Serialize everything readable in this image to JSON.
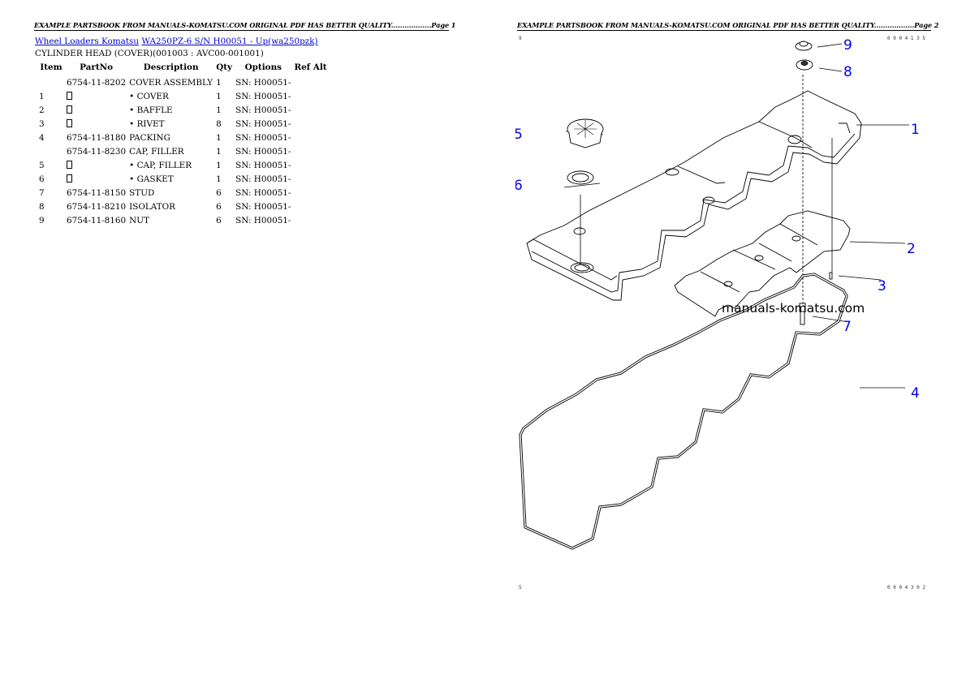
{
  "page1": {
    "header": "EXAMPLE PARTSBOOK FROM MANUALS-KOMATSU.COM ORIGINAL PDF HAS BETTER QUALITY..................Page 1",
    "breadcrumbs": [
      {
        "label": "Wheel Loaders Komatsu"
      },
      {
        "label": "WA250PZ-6 S/N H00051 - Up(wa250pzk)"
      }
    ],
    "subtitle": "CYLINDER HEAD (COVER)(001003 : AVC00-001001)",
    "table": {
      "columns": [
        "Item",
        "PartNo",
        "Description",
        "Qty",
        "Options",
        "Ref Alt"
      ],
      "rows": [
        {
          "item": "",
          "partno": "6754-11-8202",
          "placeholder": false,
          "description": "COVER ASSEMBLY",
          "qty": "1",
          "options": "SN: H00051-",
          "refalt": ""
        },
        {
          "item": "1",
          "partno": "",
          "placeholder": true,
          "description": "• COVER",
          "qty": "1",
          "options": "SN: H00051-",
          "refalt": ""
        },
        {
          "item": "2",
          "partno": "",
          "placeholder": true,
          "description": "• BAFFLE",
          "qty": "1",
          "options": "SN: H00051-",
          "refalt": ""
        },
        {
          "item": "3",
          "partno": "",
          "placeholder": true,
          "description": "• RIVET",
          "qty": "8",
          "options": "SN: H00051-",
          "refalt": ""
        },
        {
          "item": "4",
          "partno": "6754-11-8180",
          "placeholder": false,
          "description": "PACKING",
          "qty": "1",
          "options": "SN: H00051-",
          "refalt": ""
        },
        {
          "item": "",
          "partno": "6754-11-8230",
          "placeholder": false,
          "description": "CAP, FILLER",
          "qty": "1",
          "options": "SN: H00051-",
          "refalt": ""
        },
        {
          "item": "5",
          "partno": "",
          "placeholder": true,
          "description": "• CAP, FILLER",
          "qty": "1",
          "options": "SN: H00051-",
          "refalt": ""
        },
        {
          "item": "6",
          "partno": "",
          "placeholder": true,
          "description": "• GASKET",
          "qty": "1",
          "options": "SN: H00051-",
          "refalt": ""
        },
        {
          "item": "7",
          "partno": "6754-11-8150",
          "placeholder": false,
          "description": "STUD",
          "qty": "6",
          "options": "SN: H00051-",
          "refalt": ""
        },
        {
          "item": "8",
          "partno": "6754-11-8210",
          "placeholder": false,
          "description": "ISOLATOR",
          "qty": "6",
          "options": "SN: H00051-",
          "refalt": ""
        },
        {
          "item": "9",
          "partno": "6754-11-8160",
          "placeholder": false,
          "description": "NUT",
          "qty": "6",
          "options": "SN: H00051-",
          "refalt": ""
        }
      ]
    }
  },
  "page2": {
    "header": "EXAMPLE PARTSBOOK FROM MANUALS-KOMATSU.COM ORIGINAL PDF HAS BETTER QUALITY..................Page 2",
    "diagram": {
      "corner_top_left": "9",
      "corner_top_right": "0 0 0 4 1 3 5",
      "corner_bottom_left": "5",
      "corner_bottom_right": "0 0 0 4 3 0 2",
      "watermark": "manuals-komatsu.com",
      "callouts": [
        "1",
        "2",
        "3",
        "4",
        "5",
        "6",
        "7",
        "8",
        "9"
      ],
      "callout_color": "#0000ee"
    }
  },
  "colors": {
    "link": "#0000cc",
    "text": "#000000",
    "background": "#ffffff"
  }
}
